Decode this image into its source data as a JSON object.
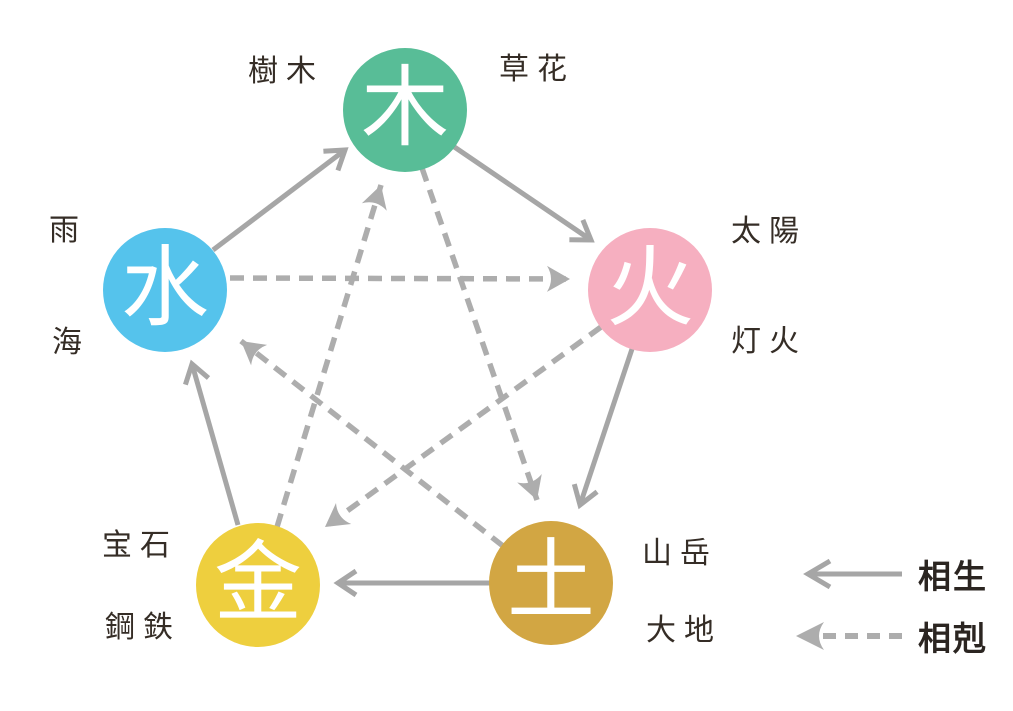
{
  "diagram": {
    "elements": {
      "wood": {
        "char": "木",
        "color": "#58bd97",
        "labels": {
          "left": "樹木",
          "right": "草花"
        }
      },
      "fire": {
        "char": "火",
        "color": "#f6afc0",
        "labels": {
          "top": "太陽",
          "bottom": "灯火"
        }
      },
      "earth": {
        "char": "土",
        "color": "#d2a643",
        "labels": {
          "top": "山岳",
          "bottom": "大地"
        }
      },
      "metal": {
        "char": "金",
        "color": "#eecf3e",
        "labels": {
          "top": "宝石",
          "bottom": "鋼鉄"
        }
      },
      "water": {
        "char": "水",
        "color": "#55c3ec",
        "labels": {
          "top": "雨",
          "bottom": "海"
        }
      }
    },
    "legend": {
      "generating": "相生",
      "overcoming": "相剋"
    },
    "cycles": {
      "generating": [
        "水→木",
        "木→火",
        "火→土",
        "土→金",
        "金→水"
      ],
      "overcoming": [
        "水→火",
        "火→金",
        "金→木",
        "木→土",
        "土→水"
      ]
    },
    "colors": {
      "solid_arrow": "#a6a6a6",
      "dashed_arrow": "#adadad",
      "label_text": "#352d26",
      "legend_text": "#2b2521"
    }
  }
}
